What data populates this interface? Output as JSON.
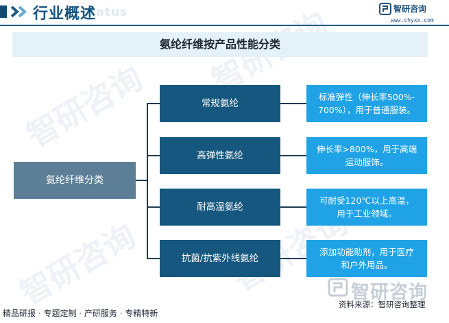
{
  "header": {
    "title": "行业概述",
    "bg_text": "status",
    "logo_name": "智研咨询",
    "logo_url": "www.chyxx.com"
  },
  "diagram": {
    "title": "氨纶纤维按产品性能分类",
    "root": "氨纶纤维分类",
    "branches": [
      {
        "name": "常规氨纶",
        "desc": [
          "标准弹性（伸长率500%-",
          "700%），用于普通服装。"
        ]
      },
      {
        "name": "高弹性氨纶",
        "desc": [
          "伸长率>800%，用于高端",
          "运动服饰。"
        ]
      },
      {
        "name": "耐高温氨纶",
        "desc": [
          "可耐受120℃以上高温，",
          "用于工业领域。"
        ]
      },
      {
        "name": "抗菌/抗紫外线氨纶",
        "desc": [
          "添加功能助剂，用于医疗",
          "和户外用品。"
        ]
      }
    ]
  },
  "footer": {
    "tags": "精品研报 · 专题定制 · 产研服务 · 专精特新",
    "source": "资料来源：智研咨询整理",
    "logo_text": "智研咨询"
  },
  "colors": {
    "root": "#5c7e96",
    "node": "#15577e",
    "desc": "#1fa3e6",
    "banner": "#e4f1f9",
    "header": "#14537d"
  }
}
